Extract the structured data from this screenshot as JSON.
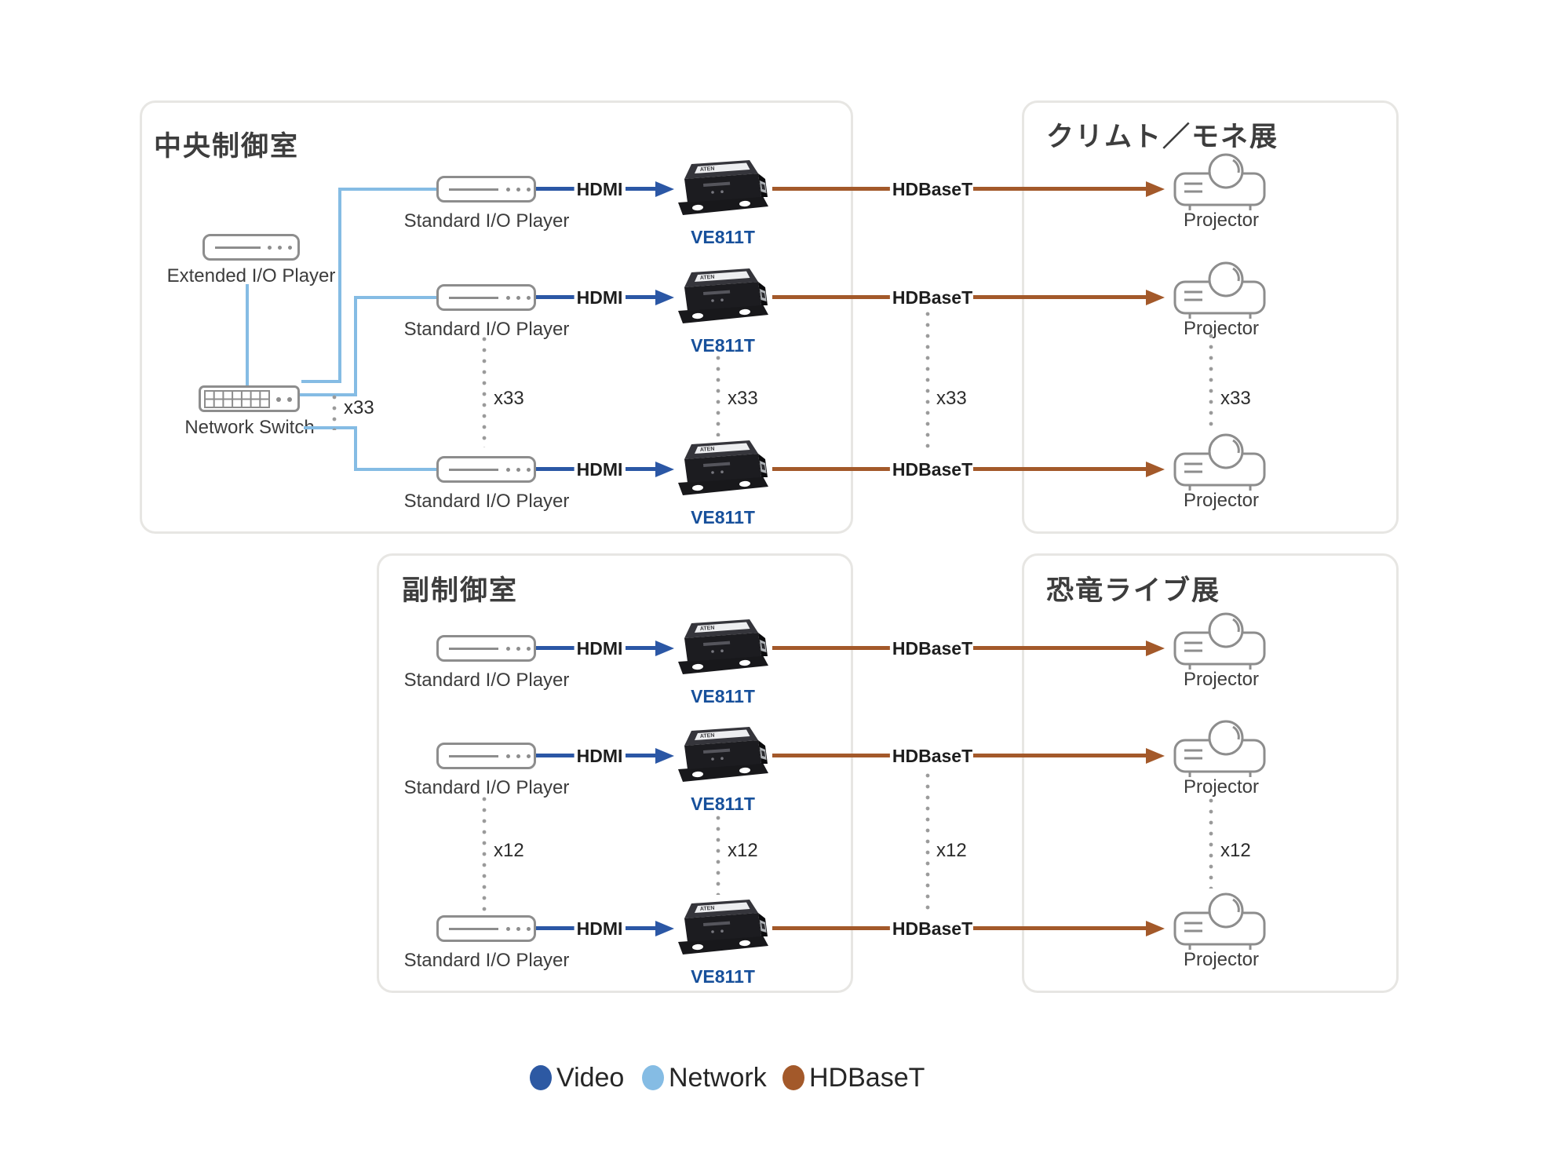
{
  "diagram": {
    "sections": [
      {
        "id": "central",
        "title": "中央制御室",
        "multiplier": "x33"
      },
      {
        "id": "exhibit_klimt",
        "title": "クリムト／モネ展",
        "multiplier": "x33"
      },
      {
        "id": "sub",
        "title": "副制御室",
        "multiplier": "x12"
      },
      {
        "id": "exhibit_dino",
        "title": "恐竜ライブ展",
        "multiplier": "x12"
      }
    ],
    "labels": {
      "extended_player": "Extended I/O Player",
      "standard_player": "Standard I/O Player",
      "network_switch": "Network Switch",
      "transmitter": "VE811T",
      "transmitter_brand": "ATEN",
      "projector": "Projector",
      "hdmi": "HDMI",
      "hdbaset": "HDBaseT"
    },
    "legend": [
      {
        "label": "Video",
        "color": "#2d59a3"
      },
      {
        "label": "Network",
        "color": "#85bce4"
      },
      {
        "label": "HDBaseT",
        "color": "#a3592a"
      }
    ],
    "colors": {
      "video_line": "#2b57a5",
      "network_line": "#85bce4",
      "hdbaset_line": "#a3592a",
      "transmitter_label": "#17509b",
      "icon_stroke": "#8d8d8d",
      "panel_border": "#e7e6e3"
    }
  }
}
